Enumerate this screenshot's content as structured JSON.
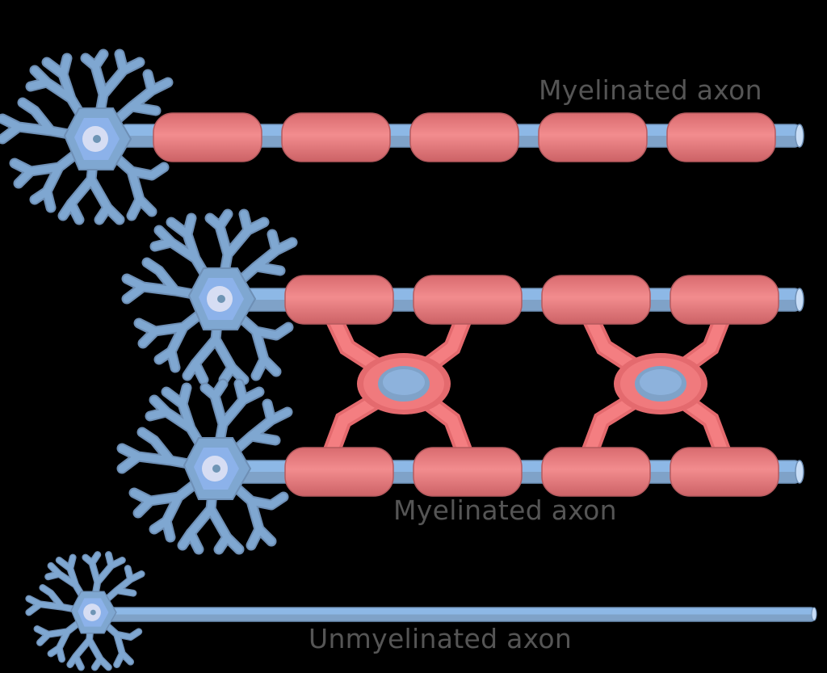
{
  "labels": {
    "top": "Myelinated axon",
    "middle": "Myelinated axon",
    "bottom": "Unmyelinated axon"
  },
  "colors": {
    "background": "#000000",
    "neuron_blue": "#7FA7D1",
    "neuron_light": "#8DB8E6",
    "soma_inner": "#8CB2EA",
    "nucleus": "#D6DDF3",
    "nucleolus": "#6F95B5",
    "myelin": "#E8777A",
    "myelin_highlight": "#F28C8E",
    "oligodendrocyte": "#F07A7D",
    "label_text": "#555555"
  },
  "diagram": {
    "neurons": [
      {
        "type": "myelinated",
        "myelin_segments": 5
      },
      {
        "type": "myelinated-cns",
        "myelin_segments": 4
      },
      {
        "type": "myelinated-cns",
        "myelin_segments": 4
      },
      {
        "type": "unmyelinated",
        "myelin_segments": 0
      }
    ],
    "oligodendrocytes": 2
  }
}
